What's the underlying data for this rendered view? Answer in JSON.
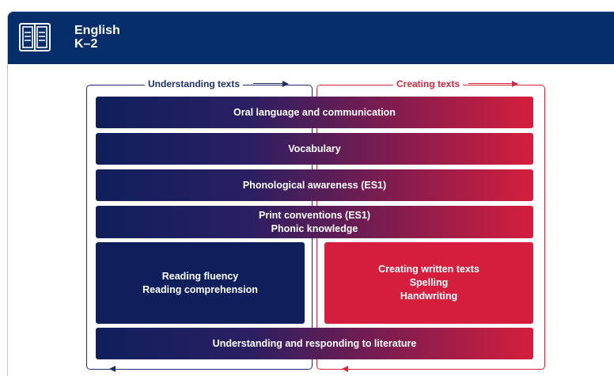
{
  "header": {
    "title_line1": "English",
    "title_line2": "K–2",
    "icon": "book-icon",
    "color": "#052e6a"
  },
  "diagram": {
    "left_flow_label": "Understanding texts",
    "right_flow_label": "Creating texts",
    "colors": {
      "understanding": "#0f1f5c",
      "creating": "#d51e3d"
    },
    "full_width_rows": [
      {
        "lines": [
          "Oral language and communication"
        ]
      },
      {
        "lines": [
          "Vocabulary"
        ]
      },
      {
        "lines": [
          "Phonological awareness (ES1)"
        ]
      },
      {
        "lines": [
          "Print conventions (ES1)",
          "Phonic knowledge"
        ]
      }
    ],
    "understanding_box": [
      "Reading fluency",
      "Reading comprehension"
    ],
    "creating_box": [
      "Creating written texts",
      "Spelling",
      "Handwriting"
    ],
    "bottom_row": "Understanding and responding to literature"
  }
}
